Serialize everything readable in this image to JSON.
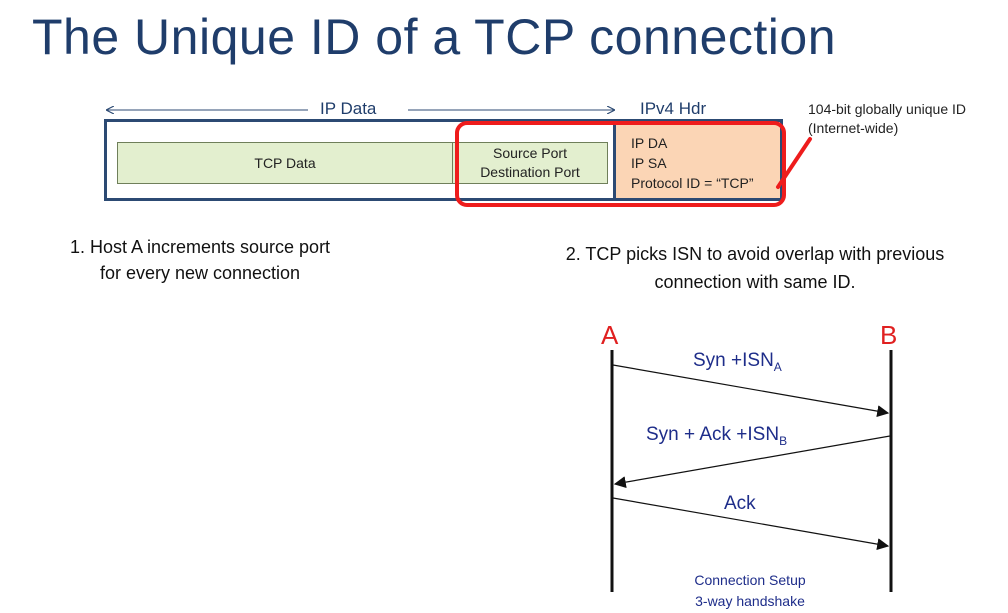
{
  "title": "The Unique ID of a TCP connection",
  "packet": {
    "ip_data_label": "IP Data",
    "ipv4_hdr_label": "IPv4 Hdr",
    "tcp_data_label": "TCP Data",
    "source_port": "Source Port",
    "destination_port": "Destination Port",
    "ip_da": "IP DA",
    "ip_sa": "IP SA",
    "protocol_id": "Protocol ID = “TCP”"
  },
  "callout": {
    "line1": "104-bit globally unique ID",
    "line2": "(Internet-wide)"
  },
  "steps": {
    "step1_line1": "1. Host A increments source port",
    "step1_line2": "for every new connection",
    "step2_line1": "2. TCP picks ISN to avoid overlap with previous",
    "step2_line2": "connection with same ID."
  },
  "handshake": {
    "node_a": "A",
    "node_b": "B",
    "msg1_main": "Syn +ISN",
    "msg1_sub": "A",
    "msg2_main": "Syn + Ack +ISN",
    "msg2_sub": "B",
    "msg3": "Ack",
    "caption_line1": "Connection Setup",
    "caption_line2": "3-way handshake"
  },
  "colors": {
    "title": "#1f3d6b",
    "highlight": "#ee1c1c",
    "arrow": "#1e2d8a",
    "node": "#e02020",
    "ip_header_fill": "#fbd5b5",
    "tcp_fill": "#e3efcf"
  }
}
